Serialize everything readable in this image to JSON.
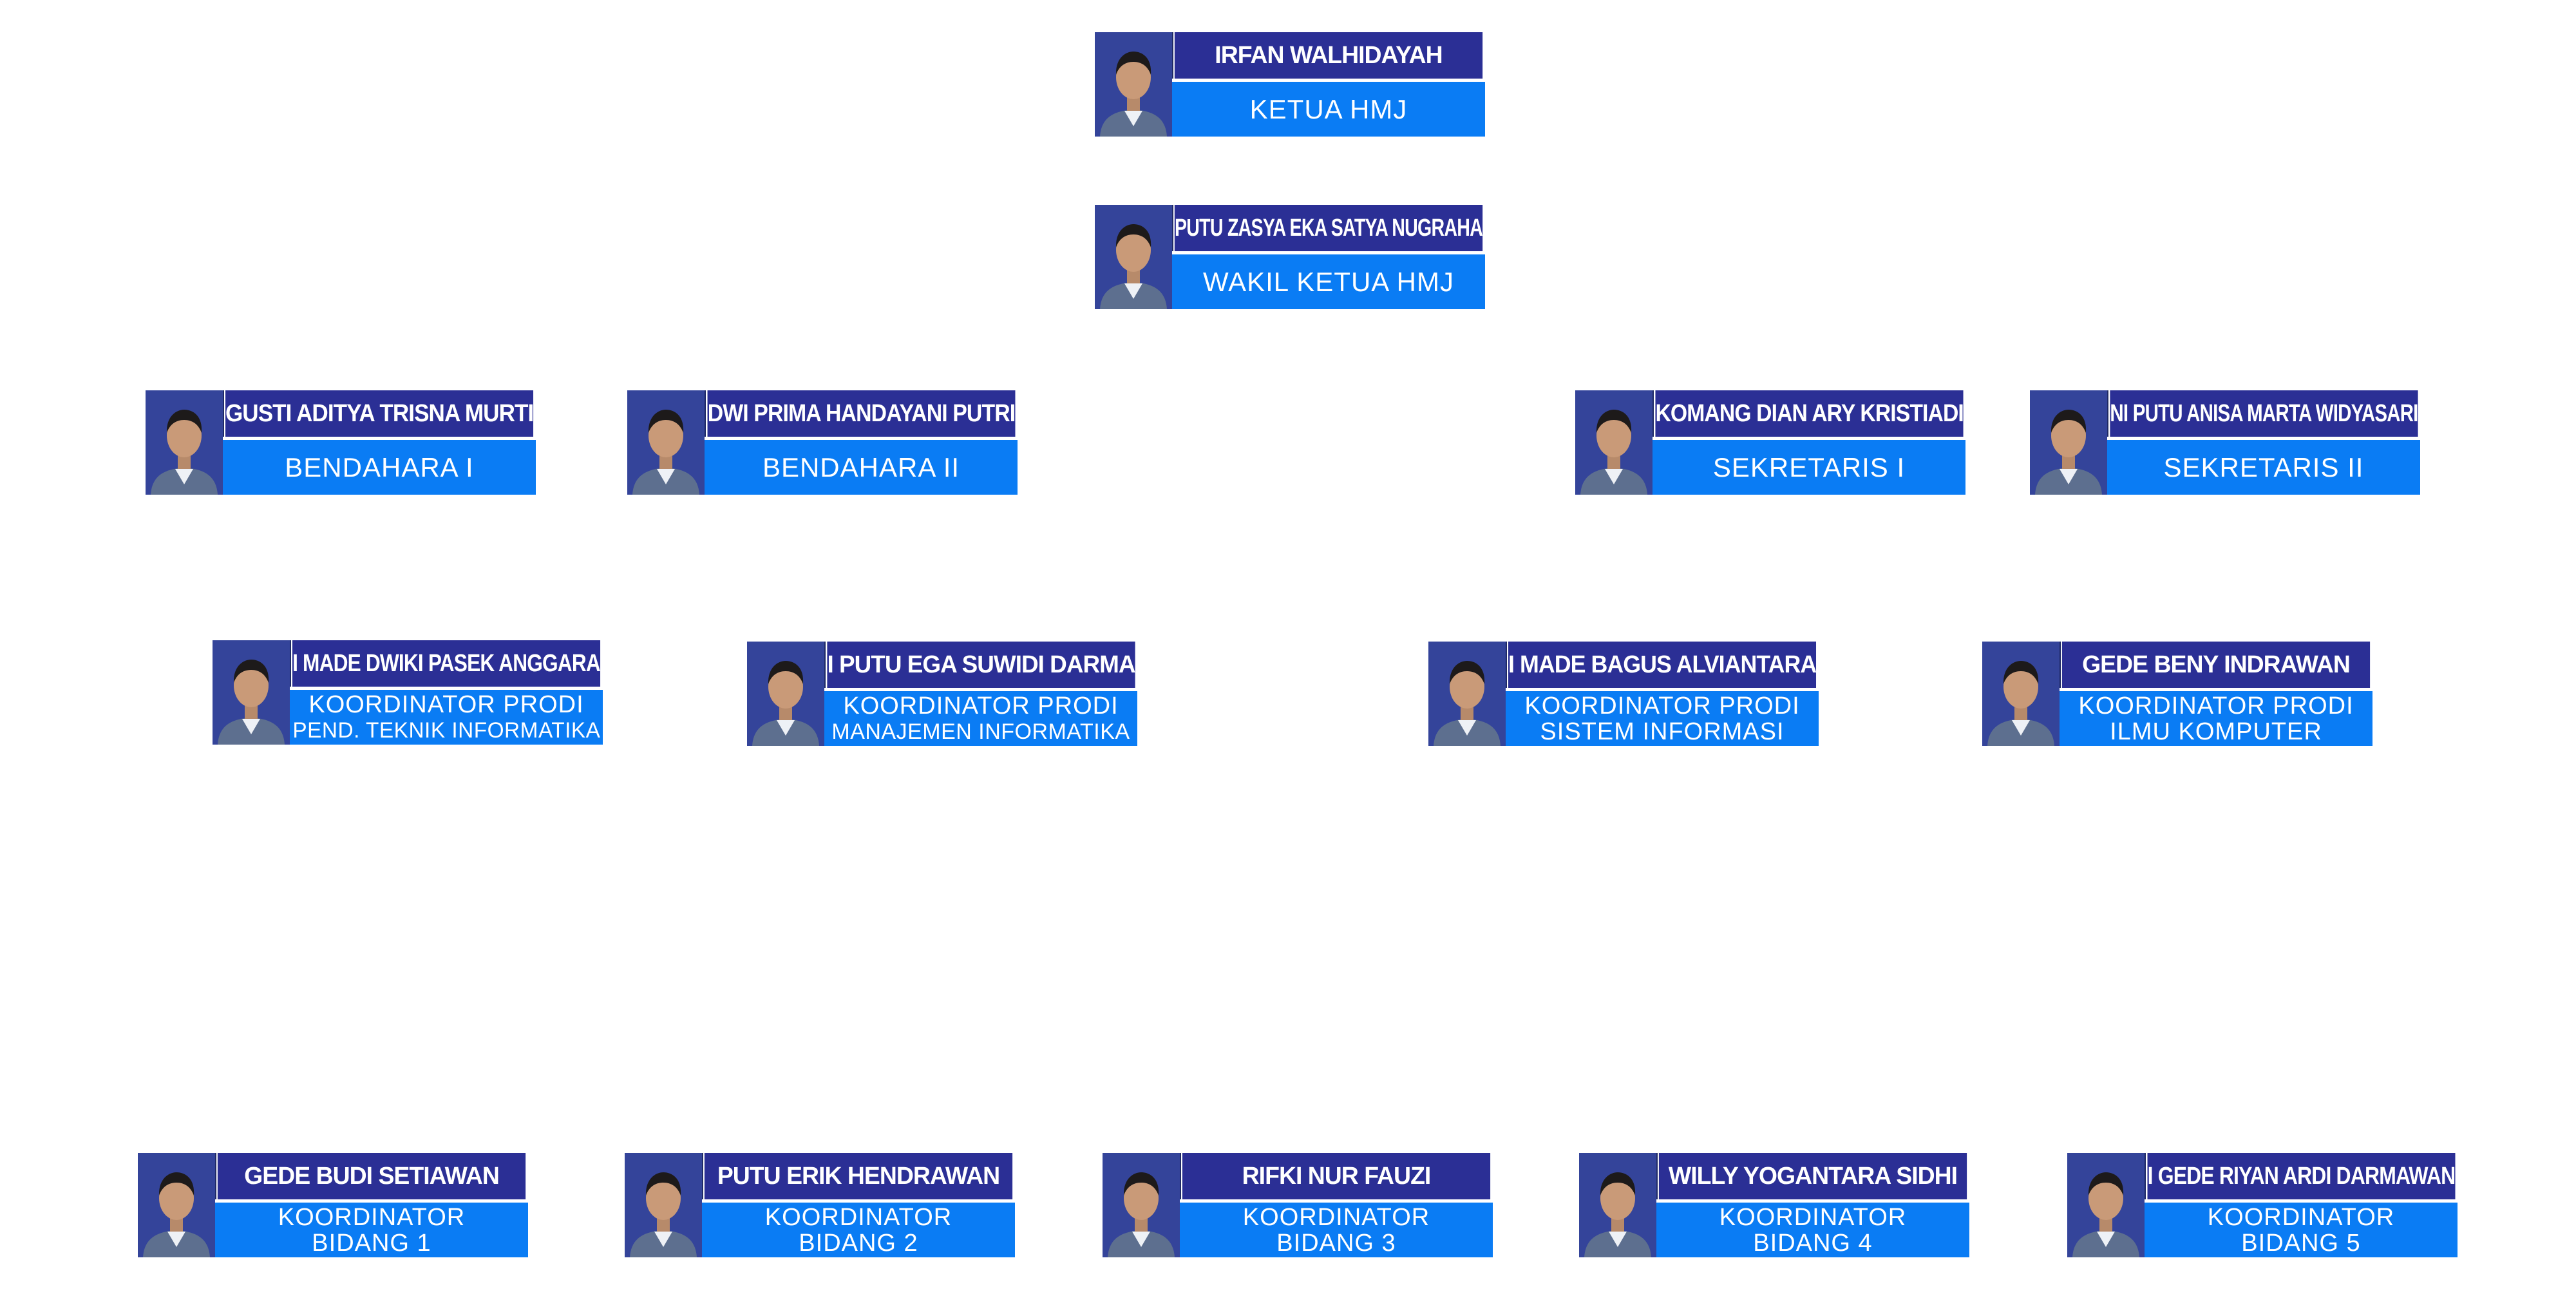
{
  "members": [
    {
      "name": "IRFAN WALHIDAYAH",
      "role": [
        "KETUA HMJ"
      ]
    },
    {
      "name": "PUTU ZASYA EKA SATYA NUGRAHA",
      "role": [
        "WAKIL KETUA HMJ"
      ]
    },
    {
      "name": "GUSTI ADITYA TRISNA MURTI",
      "role": [
        "BENDAHARA I"
      ]
    },
    {
      "name": "DWI PRIMA HANDAYANI PUTRI",
      "role": [
        "BENDAHARA II"
      ]
    },
    {
      "name": "KOMANG DIAN ARY KRISTIADI",
      "role": [
        "SEKRETARIS I"
      ]
    },
    {
      "name": "NI PUTU ANISA MARTA WIDYASARI",
      "role": [
        "SEKRETARIS II"
      ]
    },
    {
      "name": "I MADE DWIKI PASEK ANGGARA",
      "role": [
        "KOORDINATOR PRODI",
        "PEND. TEKNIK INFORMATIKA"
      ]
    },
    {
      "name": "I PUTU EGA SUWIDI DARMA",
      "role": [
        "KOORDINATOR PRODI",
        "MANAJEMEN INFORMATIKA"
      ]
    },
    {
      "name": "I MADE BAGUS ALVIANTARA",
      "role": [
        "KOORDINATOR PRODI",
        "SISTEM INFORMASI"
      ]
    },
    {
      "name": "GEDE BENY INDRAWAN",
      "role": [
        "KOORDINATOR PRODI",
        "ILMU KOMPUTER"
      ]
    },
    {
      "name": "GEDE BUDI SETIAWAN",
      "role": [
        "KOORDINATOR",
        "BIDANG 1"
      ]
    },
    {
      "name": "PUTU ERIK HENDRAWAN",
      "role": [
        "KOORDINATOR",
        "BIDANG 2"
      ]
    },
    {
      "name": "RIFKI NUR FAUZI",
      "role": [
        "KOORDINATOR",
        "BIDANG 3"
      ]
    },
    {
      "name": "WILLY YOGANTARA SIDHI",
      "role": [
        "KOORDINATOR",
        "BIDANG 4"
      ]
    },
    {
      "name": "I GEDE RIYAN ARDI DARMAWAN",
      "role": [
        "KOORDINATOR",
        "BIDANG 5"
      ]
    }
  ],
  "colors": {
    "name_bar": "#2b2f95",
    "role_bar": "#0a7cf4",
    "photo_bg": "#2f3d8f"
  }
}
